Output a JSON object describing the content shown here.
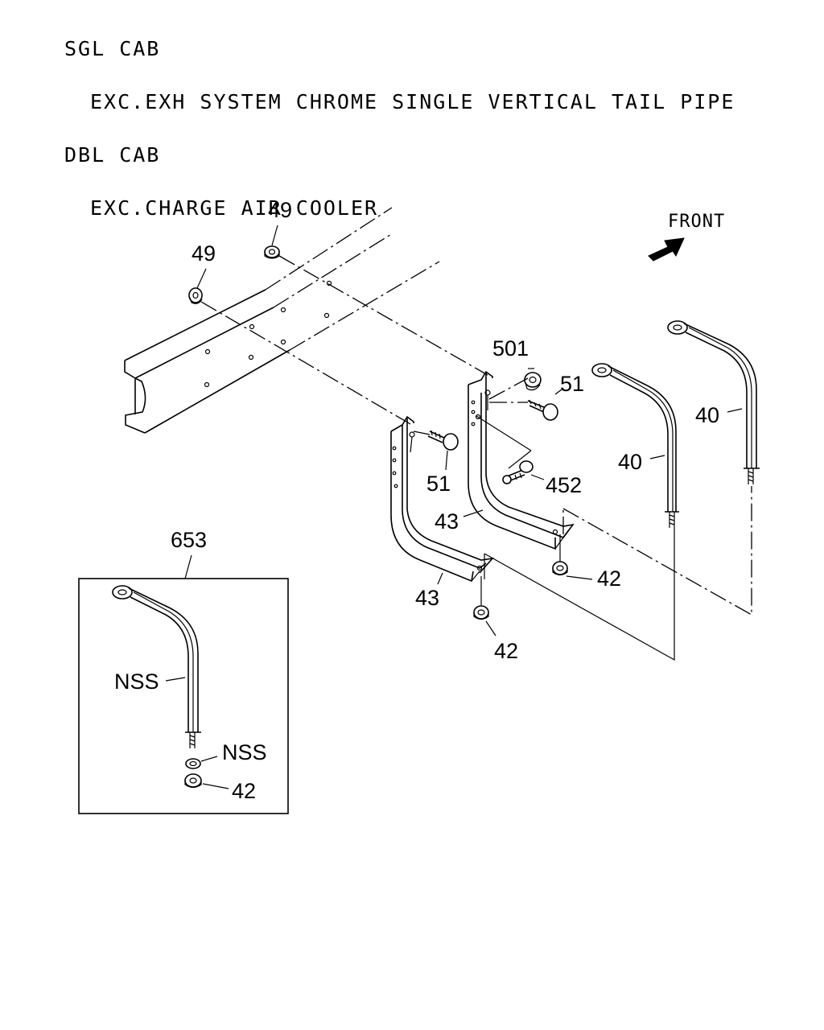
{
  "notes": [
    "SGL CAB",
    "EXC.EXH SYSTEM CHROME SINGLE VERTICAL TAIL PIPE",
    "DBL CAB",
    "EXC.CHARGE AIR COOLER"
  ],
  "front_label": "FRONT",
  "callouts": {
    "c49_top": "49",
    "c49_left": "49",
    "c501": "501",
    "c51_right": "51",
    "c51_left": "51",
    "c452": "452",
    "c43_upper": "43",
    "c43_lower": "43",
    "c42_right": "42",
    "c42_lower": "42",
    "c40_mid": "40",
    "c40_right": "40",
    "c653": "653",
    "inset_nss_1": "NSS",
    "inset_nss_2": "NSS",
    "inset_42": "42"
  }
}
